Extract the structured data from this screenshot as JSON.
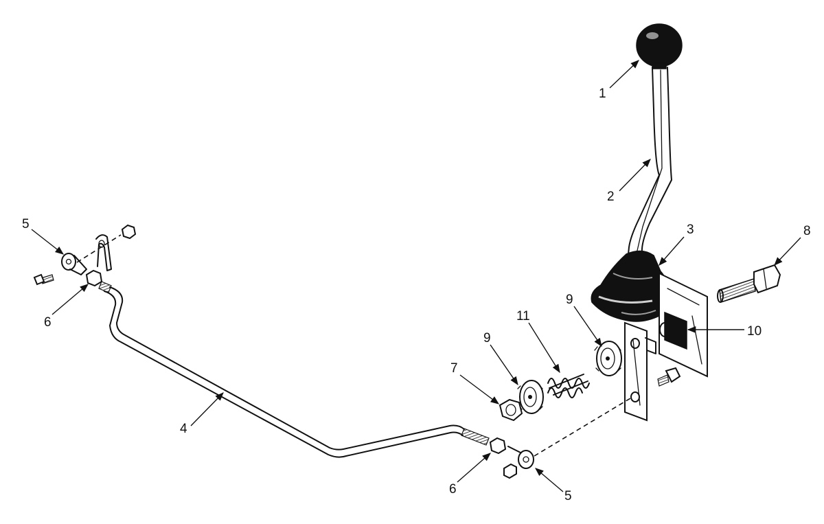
{
  "callouts": {
    "c1": "1",
    "c2": "2",
    "c3": "3",
    "c4": "4",
    "c5a": "5",
    "c5b": "5",
    "c6a": "6",
    "c6b": "6",
    "c7": "7",
    "c8": "8",
    "c9a": "9",
    "c9b": "9",
    "c10": "10",
    "c11": "11"
  },
  "colors": {
    "ink": "#111111",
    "background": "#ffffff"
  }
}
